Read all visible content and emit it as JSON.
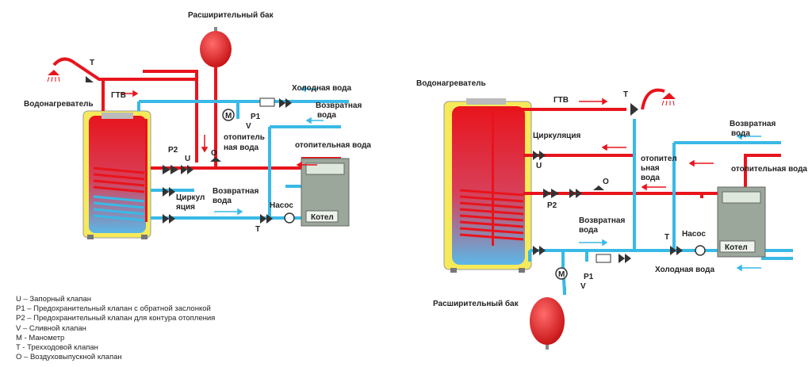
{
  "colors": {
    "hot": "#e8141c",
    "cold": "#39b9e6",
    "tank_shell": "#f7ea5a",
    "tank_body": "#c9c9c9",
    "boiler": "#9aa79a"
  },
  "left": {
    "expansion_tank": "Расширительный бак",
    "water_heater": "Водонагреватель",
    "dhw": "ГТВ",
    "cold_water": "Холодная вода",
    "return_water_1": "Возвратная",
    "return_water_2": "вода",
    "heating_water_1": "отопитель",
    "heating_water_2": "ная вода",
    "heating_water_3": "отопительная вода",
    "circulation_1": "Циркул",
    "circulation_2": "яция",
    "return_low_1": "Возвратная",
    "return_low_2": "вода",
    "pump": "Насос",
    "boiler": "Котел",
    "mark_T": "Т",
    "mark_T2": "Т",
    "mark_M": "М",
    "mark_P1": "Р1",
    "mark_P2": "Р2",
    "mark_V": "V",
    "mark_O": "О",
    "mark_U": "U"
  },
  "right": {
    "expansion_tank": "Расширительный бак",
    "water_heater": "Водонагреватель",
    "dhw": "ГТВ",
    "circulation": "Циркуляция",
    "cold_water": "Холодная вода",
    "return_water_1": "Возвратная",
    "return_water_2": "вода",
    "heating_water_1": "отопител",
    "heating_water_2": "ьная",
    "heating_water_3": "вода",
    "heating_water_4": "отопительная вода",
    "return_low_1": "Возвратная",
    "return_low_2": "вода",
    "pump": "Насос",
    "boiler": "Котел",
    "mark_T": "Т",
    "mark_T2": "Т",
    "mark_M": "М",
    "mark_P1": "Р1",
    "mark_P2": "Р2",
    "mark_V": "V",
    "mark_O": "О",
    "mark_U": "U"
  },
  "legend": [
    "U – Запорный клапан",
    "P1 – Предохранительный клапан с обратной заслонкой",
    "P2 – Предохранительный клапан для контура отопления",
    "V – Сливной клапан",
    "M - Манометр",
    "T - Трехходовой клапан",
    "O – Воздуховыпускной клапан"
  ]
}
